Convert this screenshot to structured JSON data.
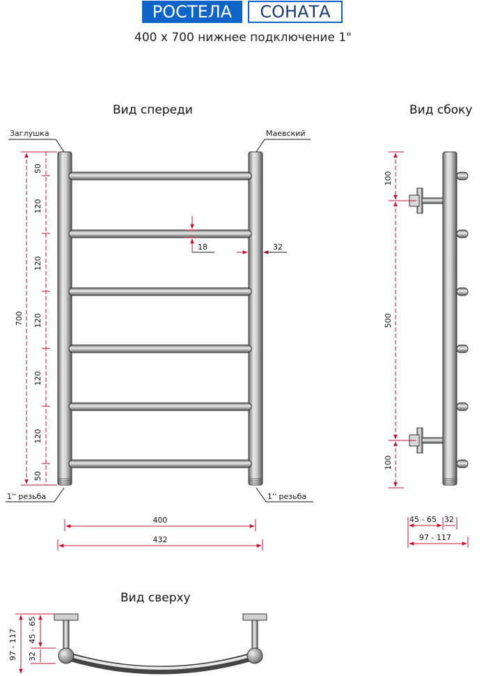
{
  "header": {
    "brand": "РОСТЕЛА",
    "model": "СОНАТА",
    "subtitle": "400 x 700 нижнее подключение 1\""
  },
  "views": {
    "front": "Вид спереди",
    "side": "Вид сбоку",
    "top": "Вид сверху"
  },
  "callouts": {
    "plug": "Заглушка",
    "mayevsky": "Маевский",
    "thread_left": "1'' резьба",
    "thread_right": "1'' резьба"
  },
  "front_dims": {
    "total_height": "700",
    "segments": [
      "50",
      "120",
      "120",
      "120",
      "120",
      "120",
      "50"
    ],
    "bar_diameter": "18",
    "pipe_diameter": "32",
    "center_width": "400",
    "overall_width": "432"
  },
  "side_dims": {
    "top": "100",
    "middle": "500",
    "bottom": "100",
    "wall_gap": "45 - 65",
    "pipe": "32",
    "overall_depth": "97 - 117"
  },
  "top_dims": {
    "overall_depth": "97 - 117",
    "pipe": "32",
    "wall_gap": "45 - 65"
  },
  "colors": {
    "brand_blue": "#1064c8",
    "dimension_red": "#c8102e",
    "pipe_gray": "#9a9a9a"
  }
}
